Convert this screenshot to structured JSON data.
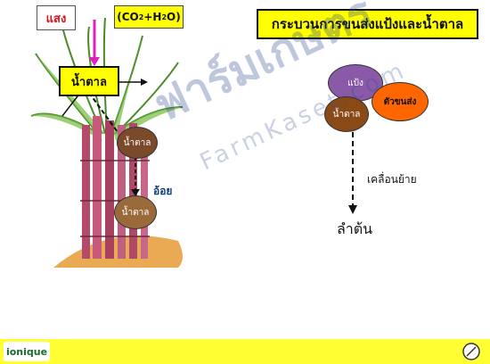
{
  "title": "กระบวนการขนส่งแป้งและน้ำตาล",
  "plant": {
    "light_label": "แสง",
    "co2_prefix": "(CO",
    "co2_sub": "2",
    "co2_mid": "+H",
    "h2o_sub": "2",
    "co2_suffix": "O)",
    "sugar_label": "น้ำตาล",
    "stem_sugar_1": "น้ำตาล",
    "stem_sugar_2": "น้ำตาล",
    "cane_label": "อ้อย"
  },
  "transport": {
    "starch": "แป้ง",
    "carrier": "ตัวขนส่ง",
    "sugar": "น้ำตาล",
    "move_label": "เคลื่อนย้าย",
    "stem_label": "ลำต้น"
  },
  "watermark": {
    "main": "ฟาร์มเกษตร",
    "sub": "FarmKaset.com"
  },
  "footer": {
    "logo": "ionique"
  },
  "colors": {
    "highlight_yellow": "#ffff00",
    "light_red": "#d8141c",
    "carrier_orange": "#ff6600",
    "starch_purple": "#8a5aa8",
    "sugar_brown": "#8a4a18"
  }
}
